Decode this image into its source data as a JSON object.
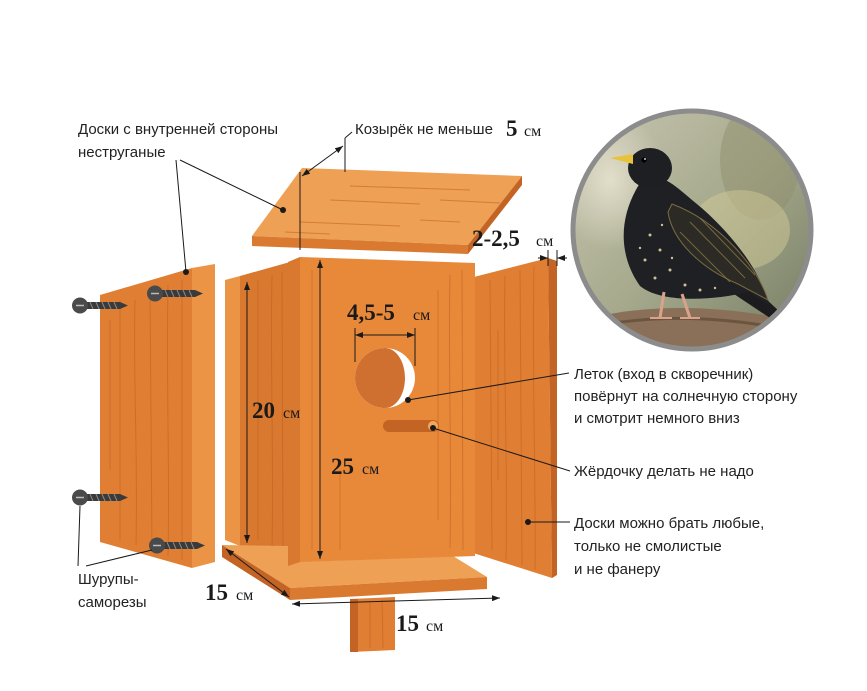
{
  "labels": {
    "boards_inner": [
      "Доски с внутренней стороны",
      "неструганые"
    ],
    "visor": {
      "text": "Козырёк не меньше",
      "value": "5",
      "unit": "см"
    },
    "thickness": {
      "value": "2-2,5",
      "unit": "см"
    },
    "hole": {
      "value": "4,5-5",
      "unit": "см"
    },
    "height_side": {
      "value": "20",
      "unit": "см"
    },
    "height_front": {
      "value": "25",
      "unit": "см"
    },
    "entrance": [
      "Леток (вход в скворечник)",
      "повёрнут на солнечную сторону",
      "и смотрит немного вниз"
    ],
    "perch": "Жёрдочку делать не надо",
    "boards_any": [
      "Доски можно брать любые,",
      "только не смолистые",
      "и не фанеру"
    ],
    "screws": [
      "Шурупы-",
      "саморезы"
    ],
    "depth": {
      "value": "15",
      "unit": "см"
    },
    "width": {
      "value": "15",
      "unit": "см"
    }
  },
  "icons": {
    "screw": "screw-icon",
    "bird_photo": "starling-photo"
  },
  "colors": {
    "wood_face": "#e8893a",
    "wood_light": "#eea055",
    "wood_edge": "#d97a30",
    "wood_dark": "#c36424",
    "photo_border": "#8c8c8c"
  }
}
